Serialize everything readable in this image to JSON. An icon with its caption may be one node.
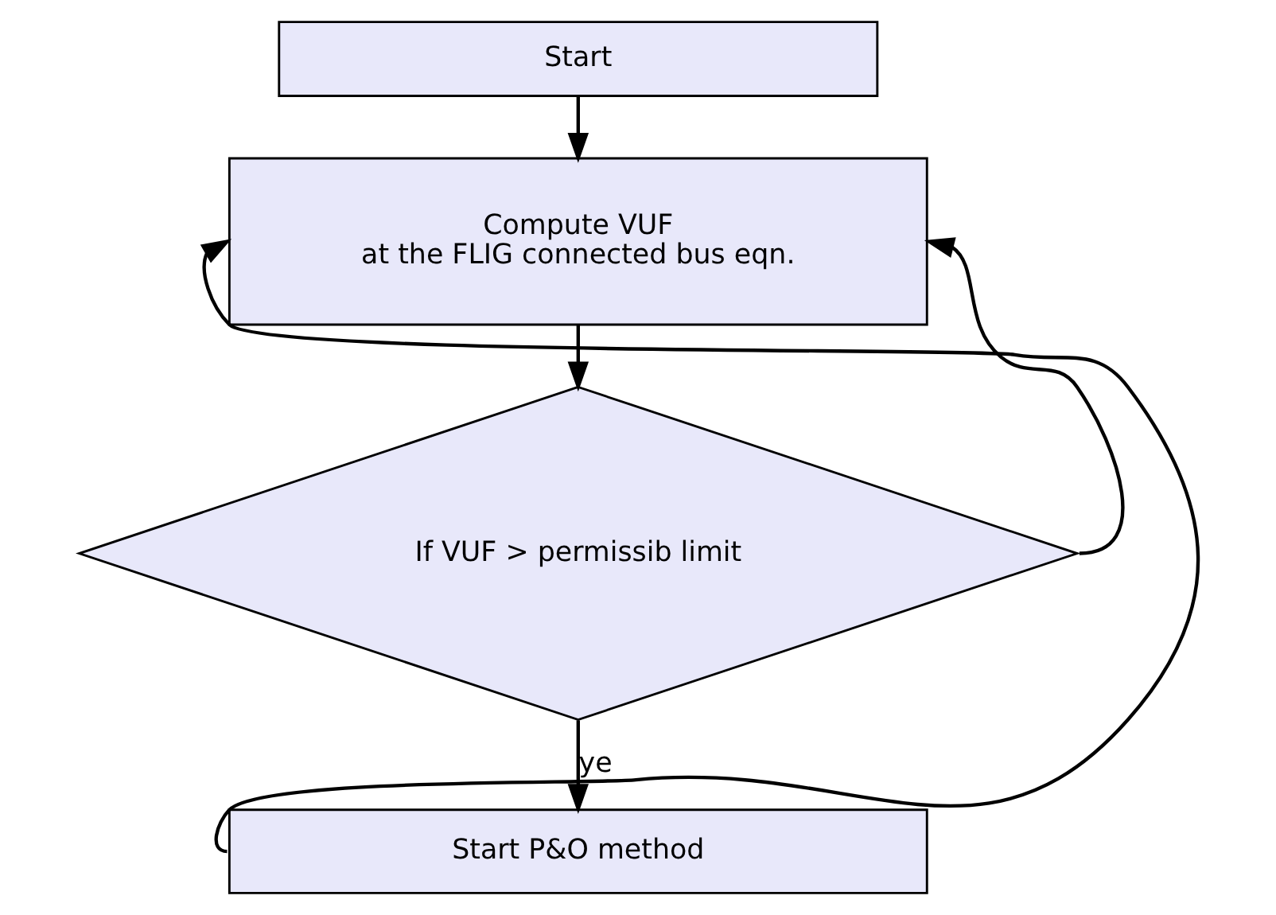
{
  "diagram": {
    "nodes": [
      {
        "text": [
          "Start"
        ]
      },
      {
        "text": [
          "Compute VUF",
          "at the FLIG connected bus eqn."
        ]
      },
      {
        "text": [
          "If VUF > permissib limit"
        ]
      },
      {
        "text": [
          "Start P&O method"
        ]
      }
    ],
    "edges": [
      {
        "from": 0,
        "to": 1,
        "arrow": "to"
      },
      {
        "from": 1,
        "to": 2,
        "arrow": "to"
      },
      {
        "from": 2,
        "to": 3,
        "arrow": "to",
        "label": "ye"
      },
      {
        "from": 3,
        "to": 1,
        "arrow": "to"
      },
      {
        "from": 2,
        "to": 1,
        "arrow": "to"
      }
    ]
  }
}
